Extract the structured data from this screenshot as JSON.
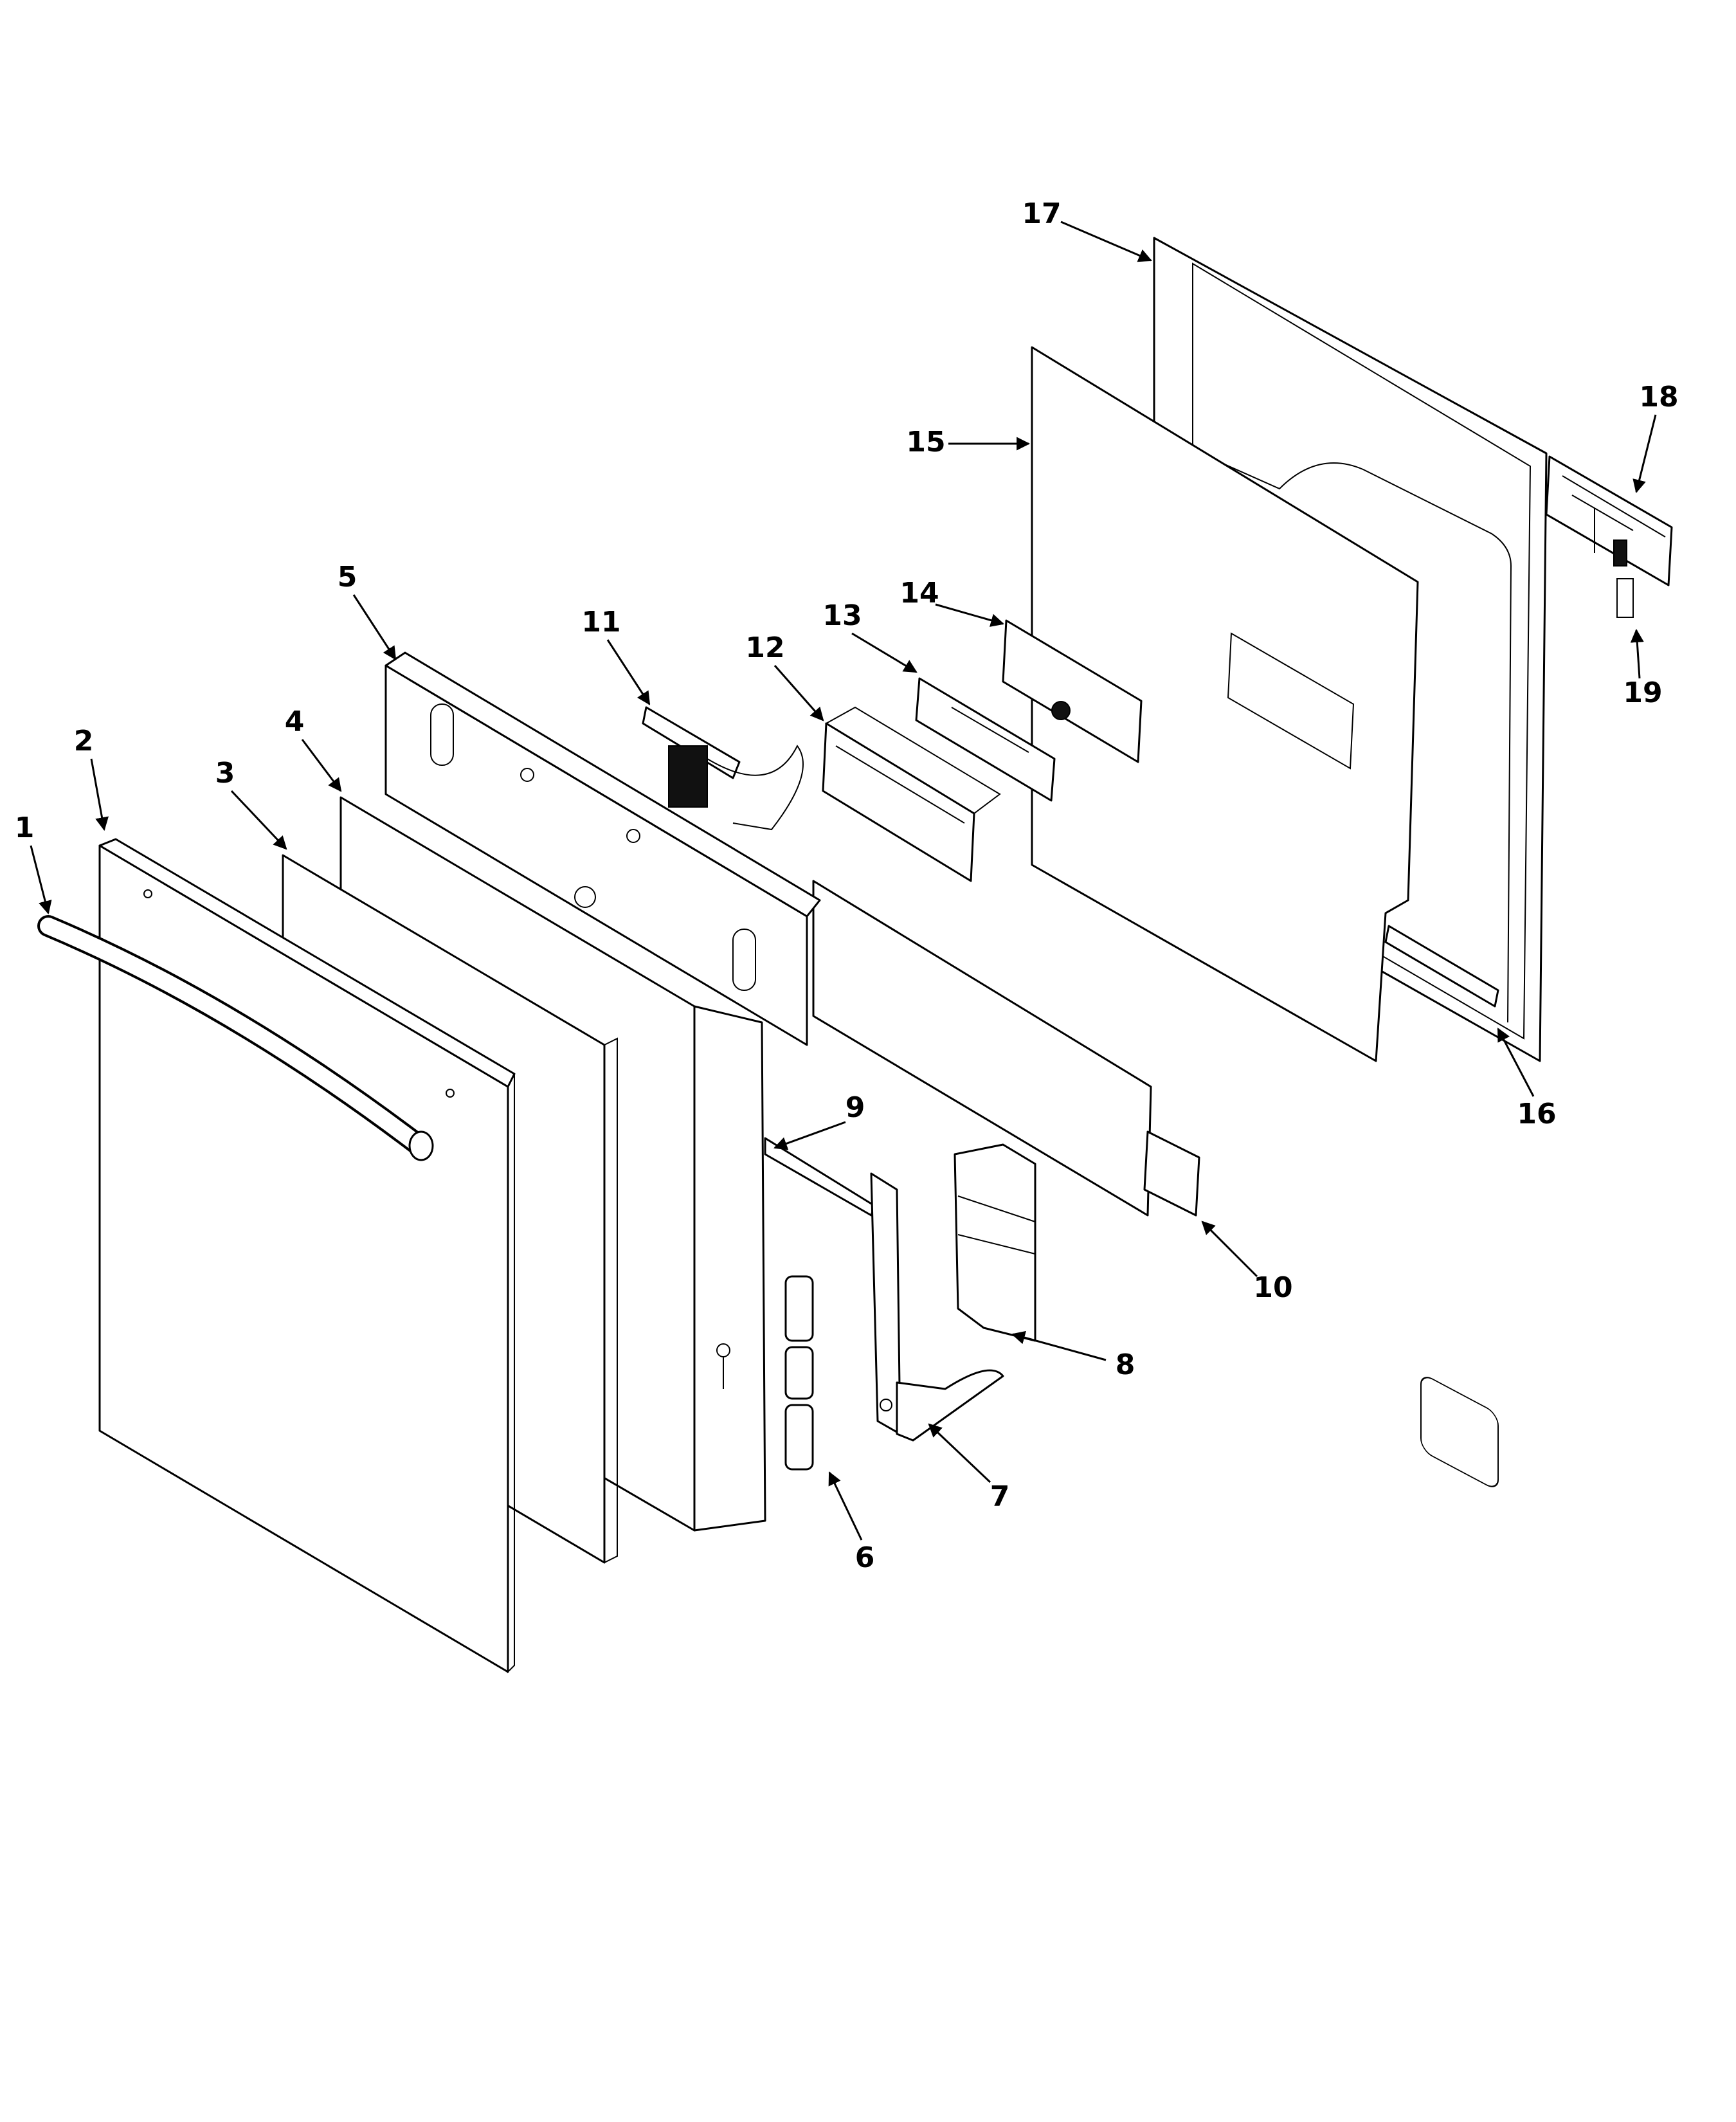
{
  "diagram": {
    "type": "exploded-parts-view",
    "line_color": "#000000",
    "background": "#ffffff",
    "callouts": [
      {
        "label": "1"
      },
      {
        "label": "2"
      },
      {
        "label": "3"
      },
      {
        "label": "4"
      },
      {
        "label": "5"
      },
      {
        "label": "6"
      },
      {
        "label": "7"
      },
      {
        "label": "8"
      },
      {
        "label": "9"
      },
      {
        "label": "10"
      },
      {
        "label": "11"
      },
      {
        "label": "12"
      },
      {
        "label": "13"
      },
      {
        "label": "14"
      },
      {
        "label": "15"
      },
      {
        "label": "16"
      },
      {
        "label": "17"
      },
      {
        "label": "18"
      },
      {
        "label": "19"
      }
    ]
  }
}
